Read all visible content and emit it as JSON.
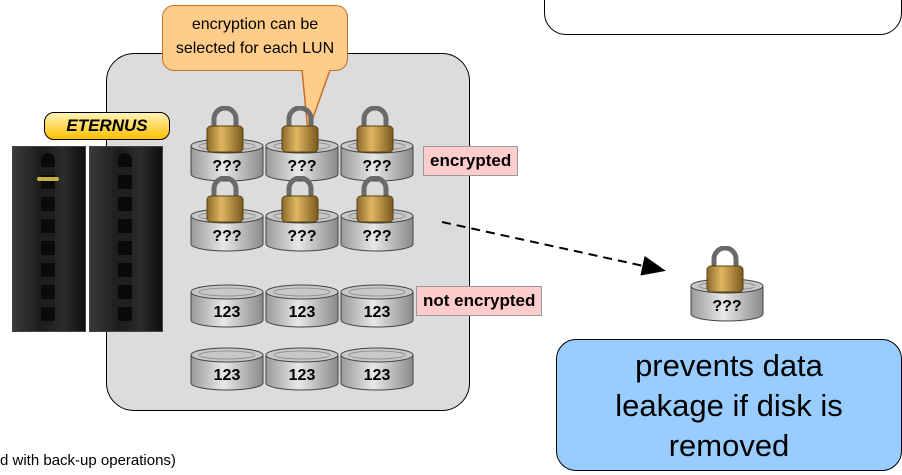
{
  "callout": {
    "lines": [
      "encryption can be",
      "selected for each LUN"
    ]
  },
  "badge": {
    "label": "ETERNUS"
  },
  "disk_labels": {
    "encrypted": "???",
    "plain": "123"
  },
  "tags": {
    "encrypted": "encrypted",
    "not_encrypted": "not encrypted"
  },
  "prevent": {
    "lines": [
      "prevents data",
      "leakage if disk is",
      "removed"
    ]
  },
  "footnote": "d with back-up operations)",
  "colors": {
    "callout_fill": "#ffcc8a",
    "enclosure_fill": "#dcdcdc",
    "tag_fill": "#ffcccc",
    "prevent_fill": "#99ccff",
    "badge_fill": "#ffc000"
  }
}
